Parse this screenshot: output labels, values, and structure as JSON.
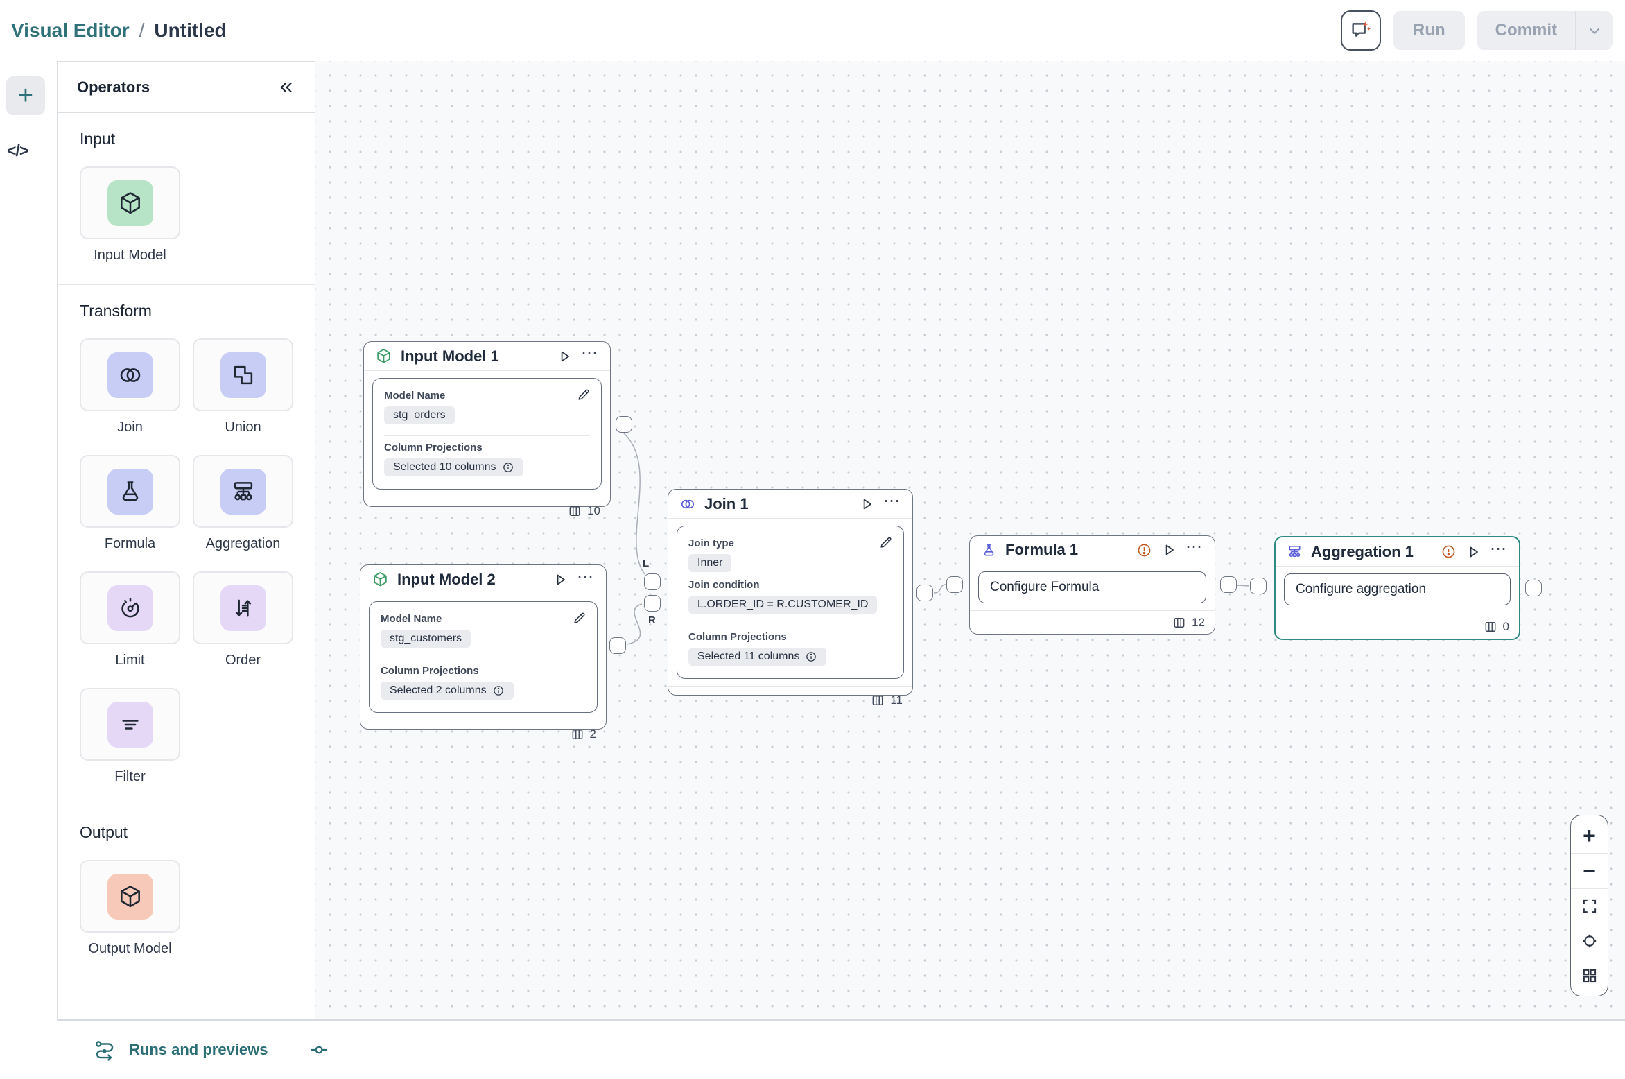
{
  "header": {
    "breadcrumb_app": "Visual Editor",
    "breadcrumb_sep": "/",
    "breadcrumb_page": "Untitled",
    "run_label": "Run",
    "commit_label": "Commit"
  },
  "operators": {
    "title": "Operators",
    "sections": [
      {
        "label": "Input",
        "items": [
          {
            "label": "Input Model"
          }
        ]
      },
      {
        "label": "Transform",
        "items": [
          {
            "label": "Join"
          },
          {
            "label": "Union"
          },
          {
            "label": "Formula"
          },
          {
            "label": "Aggregation"
          },
          {
            "label": "Limit"
          },
          {
            "label": "Order"
          },
          {
            "label": "Filter"
          }
        ]
      },
      {
        "label": "Output",
        "items": [
          {
            "label": "Output Model"
          }
        ]
      }
    ]
  },
  "canvas": {
    "nodes": [
      {
        "title": "Input Model 1",
        "field1_label": "Model Name",
        "field1_value": "stg_orders",
        "field2_label": "Column Projections",
        "field2_value": "Selected 10 columns",
        "count": "10"
      },
      {
        "title": "Input Model 2",
        "field1_label": "Model Name",
        "field1_value": "stg_customers",
        "field2_label": "Column Projections",
        "field2_value": "Selected 2 columns",
        "count": "2"
      },
      {
        "title": "Join 1",
        "field1_label": "Join type",
        "field1_value": "Inner",
        "field2_label": "Join condition",
        "field2_value": "L.ORDER_ID = R.CUSTOMER_ID",
        "field3_label": "Column Projections",
        "field3_value": "Selected 11 columns",
        "count": "11"
      },
      {
        "title": "Formula 1",
        "action": "Configure Formula",
        "count": "12"
      },
      {
        "title": "Aggregation 1",
        "action": "Configure aggregation",
        "count": "0"
      }
    ],
    "join_port_left": "L",
    "join_port_right": "R"
  },
  "bottom_bar": {
    "runs_label": "Runs and previews"
  },
  "colors": {
    "accent_teal": "#2e7178",
    "selected_node_border": "#2f8a84",
    "input_tile_green": "#b7e4c7",
    "transform_tile_periwinkle": "#c7cdf4",
    "transform_tile_lavender": "#e5d8f6",
    "output_tile_salmon": "#f6c9b8",
    "warning_orange": "#c05a21",
    "node_icon_green": "#3f9d67",
    "node_icon_indigo": "#5a5fd9"
  }
}
